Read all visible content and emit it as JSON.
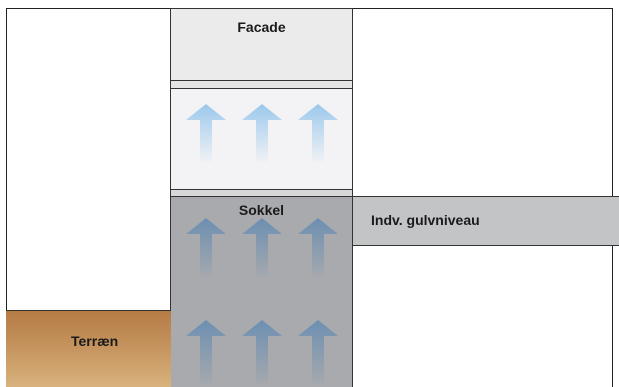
{
  "labels": {
    "facade": "Facade",
    "sokkel": "Sokkel",
    "floor_level": "Indv. gulvniveau",
    "terrain": "Terræn"
  },
  "icons": {
    "upward_arrow": "airflow-arrow-up-icon"
  },
  "colors": {
    "facade": "#ebebeb",
    "cavity": "#f3f3f5",
    "sokkel": "#a9aaad",
    "floor_level": "#c3c4c6",
    "terrain_top": "#b57b45",
    "terrain_bottom": "#d8b27d",
    "arrow_light": "#9cc8ec",
    "arrow_dark": "#6c8fb2"
  }
}
